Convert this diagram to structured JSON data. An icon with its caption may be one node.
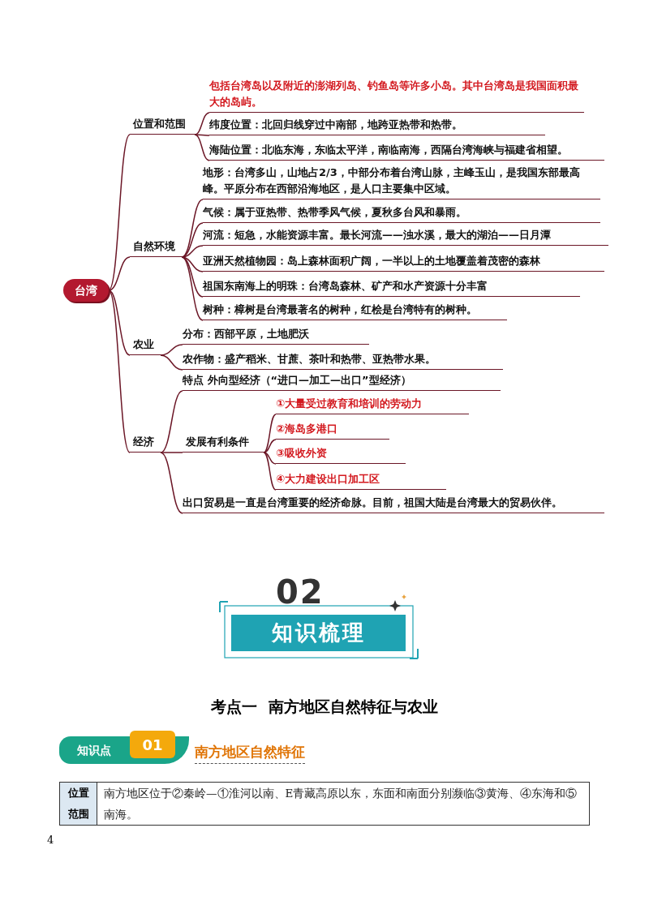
{
  "diagram": {
    "nodes": [
      {
        "text": [
          "台湾"
        ]
      },
      {
        "text": [
          "位置和范围"
        ]
      },
      {
        "text": [
          "包括台湾岛以及附近的澎湖列岛、钓鱼岛等许多小岛。其中台湾岛是我国面积最大的岛屿。"
        ]
      },
      {
        "text": [
          "纬度位置：北回归线穿过中南部，地跨亚热带和热带。"
        ]
      },
      {
        "text": [
          "海陆位置：北临东海，东临太平洋，南临南海，西隔台湾海峡与福建省相望。"
        ]
      },
      {
        "text": [
          "自然环境"
        ]
      },
      {
        "text": [
          "地形：台湾多山，山地占2/3，中部分布着台湾山脉，主峰玉山，是我国东部最高峰。平原分布在西部沿海地区，是人口主要集中区域。"
        ]
      },
      {
        "text": [
          "气候：属于亚热带、热带季风气候，夏秋多台风和暴雨。"
        ]
      },
      {
        "text": [
          "河流：短急，水能资源丰富。最长河流——浊水溪，最大的湖泊——日月潭"
        ]
      },
      {
        "text": [
          "亚洲天然植物园：岛上森林面积广阔，一半以上的土地覆盖着茂密的森林"
        ]
      },
      {
        "text": [
          "祖国东南海上的明珠：台湾岛森林、矿产和水产资源十分丰富"
        ]
      },
      {
        "text": [
          "树种：樟树是台湾最著名的树种，红桧是台湾特有的树种。"
        ]
      },
      {
        "text": [
          "农业"
        ]
      },
      {
        "text": [
          "分布：西部平原，土地肥沃"
        ]
      },
      {
        "text": [
          "农作物：盛产稻米、甘蔗、茶叶和热带、亚热带水果。"
        ]
      },
      {
        "text": [
          "经济"
        ]
      },
      {
        "text": [
          "特点 外向型经济（“进口—加工—出口”型经济）"
        ]
      },
      {
        "text": [
          "发展有利条件"
        ]
      },
      {
        "text": [
          "①大量受过教育和培训的劳动力"
        ]
      },
      {
        "text": [
          "②海岛多港口"
        ]
      },
      {
        "text": [
          "③吸收外资"
        ]
      },
      {
        "text": [
          "④大力建设出口加工区"
        ]
      },
      {
        "text": [
          "出口贸易是一直是台湾重要的经济命脉。目前，祖国大陆是台湾最大的贸易伙伴。"
        ]
      },
      {
        "text": [
          "知识梳理"
        ]
      },
      {
        "text": [
          "知识点"
        ]
      },
      {
        "text": [
          "01"
        ]
      }
    ],
    "edges": [
      {
        "from": 0,
        "to": 1,
        "arrow": "none"
      },
      {
        "from": 0,
        "to": 5,
        "arrow": "none"
      },
      {
        "from": 0,
        "to": 12,
        "arrow": "none"
      },
      {
        "from": 0,
        "to": 15,
        "arrow": "none"
      },
      {
        "from": 1,
        "to": 2,
        "arrow": "none"
      },
      {
        "from": 1,
        "to": 3,
        "arrow": "none"
      },
      {
        "from": 1,
        "to": 4,
        "arrow": "none"
      },
      {
        "from": 5,
        "to": 6,
        "arrow": "none"
      },
      {
        "from": 5,
        "to": 7,
        "arrow": "none"
      },
      {
        "from": 5,
        "to": 8,
        "arrow": "none"
      },
      {
        "from": 5,
        "to": 9,
        "arrow": "none"
      },
      {
        "from": 5,
        "to": 10,
        "arrow": "none"
      },
      {
        "from": 5,
        "to": 11,
        "arrow": "none"
      },
      {
        "from": 12,
        "to": 13,
        "arrow": "none"
      },
      {
        "from": 12,
        "to": 14,
        "arrow": "none"
      },
      {
        "from": 15,
        "to": 16,
        "arrow": "none"
      },
      {
        "from": 15,
        "to": 17,
        "arrow": "none"
      },
      {
        "from": 15,
        "to": 22,
        "arrow": "none"
      },
      {
        "from": 17,
        "to": 18,
        "arrow": "none"
      },
      {
        "from": 17,
        "to": 19,
        "arrow": "none"
      },
      {
        "from": 17,
        "to": 20,
        "arrow": "none"
      },
      {
        "from": 17,
        "to": 21,
        "arrow": "none"
      }
    ],
    "labels": [
      "02",
      "考点一  南方地区自然特征与农业",
      "南方地区自然特征",
      "位置范围",
      "南方地区位于②秦岭—①淮河以南、E青藏高原以东，东面和南面分别濒临③黄海、④东海和⑤南海。",
      "4"
    ]
  }
}
